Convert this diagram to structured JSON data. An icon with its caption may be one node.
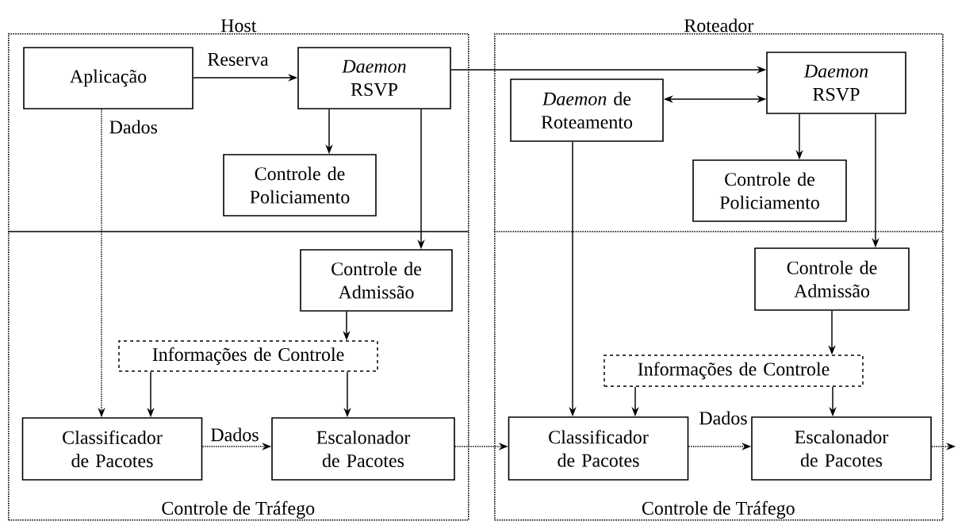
{
  "diagram": {
    "nodes": [
      {
        "text": [
          "Host"
        ]
      },
      {
        "text": [
          "Aplicação"
        ],
        "in": 0
      },
      {
        "text": [
          "*Daemon* RSVP"
        ],
        "in": 0
      },
      {
        "text": [
          "Controle de Policiamento"
        ],
        "in": 0
      },
      {
        "text": [
          "Controle de Tráfego"
        ],
        "in": 0
      },
      {
        "text": [
          "Controle de Admissão"
        ],
        "in": 4
      },
      {
        "text": [
          "Informações de Controle"
        ],
        "in": 4
      },
      {
        "text": [
          "Classificador de Pacotes"
        ],
        "in": 4
      },
      {
        "text": [
          "Escalonador de Pacotes"
        ],
        "in": 4
      },
      {
        "text": [
          "Roteador"
        ]
      },
      {
        "text": [
          "*Daemon* de Roteamento"
        ],
        "in": 9
      },
      {
        "text": [
          "*Daemon* RSVP"
        ],
        "in": 9
      },
      {
        "text": [
          "Controle de Policiamento"
        ],
        "in": 9
      },
      {
        "text": [
          "Controle de Tráfego"
        ],
        "in": 9
      },
      {
        "text": [
          "Controle de Admissão"
        ],
        "in": 13
      },
      {
        "text": [
          "Informações de Controle"
        ],
        "in": 13
      },
      {
        "text": [
          "Classificador de Pacotes"
        ],
        "in": 13
      },
      {
        "text": [
          "Escalonador de Pacotes"
        ],
        "in": 13
      }
    ],
    "edges": [
      {
        "from": 1,
        "to": 2,
        "arrow": "to",
        "label": "Reserva"
      },
      {
        "from": 1,
        "to": 7,
        "arrow": "to",
        "label": "Dados",
        "style": "dashed"
      },
      {
        "from": 2,
        "to": 3,
        "arrow": "to"
      },
      {
        "from": 2,
        "to": 5,
        "arrow": "to"
      },
      {
        "from": 2,
        "to": 11,
        "arrow": "to"
      },
      {
        "from": 10,
        "to": 11,
        "arrow": "both"
      },
      {
        "from": 11,
        "to": 12,
        "arrow": "to"
      },
      {
        "from": 11,
        "to": 14,
        "arrow": "to"
      },
      {
        "from": 10,
        "to": 16,
        "arrow": "to"
      },
      {
        "from": 5,
        "to": 6,
        "arrow": "to"
      },
      {
        "from": 6,
        "to": 7,
        "arrow": "to"
      },
      {
        "from": 6,
        "to": 8,
        "arrow": "to"
      },
      {
        "from": 7,
        "to": 8,
        "arrow": "to",
        "label": "Dados",
        "style": "dashed"
      },
      {
        "from": 8,
        "to": 16,
        "arrow": "to",
        "style": "dashed"
      },
      {
        "from": 14,
        "to": 15,
        "arrow": "to"
      },
      {
        "from": 15,
        "to": 16,
        "arrow": "to"
      },
      {
        "from": 15,
        "to": 17,
        "arrow": "to"
      },
      {
        "from": 16,
        "to": 17,
        "arrow": "to",
        "label": "Dados",
        "style": "dashed"
      },
      {
        "from": 17,
        "to": null,
        "arrow": "to",
        "style": "dashed"
      }
    ]
  }
}
